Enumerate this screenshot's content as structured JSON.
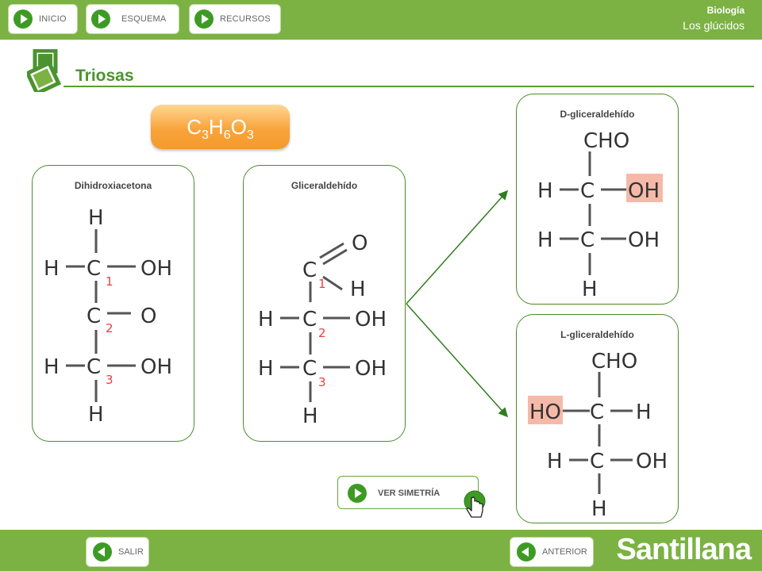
{
  "nav": {
    "inicio": "INICIO",
    "esquema": "ESQUEMA",
    "recursos": "RECURSOS"
  },
  "course": {
    "subject": "Biología",
    "topic": "Los glúcidos"
  },
  "section": {
    "title": "Triosas"
  },
  "formula": {
    "text": "C3H6O3",
    "parts": [
      "C",
      "3",
      "H",
      "6",
      "O",
      "3"
    ]
  },
  "cards": {
    "dihidroxiacetona": "Dihidroxiacetona",
    "gliceraldehido": "Gliceraldehído",
    "d_gliceraldehido": "D-gliceraldehído",
    "l_gliceraldehido": "L-gliceraldehído"
  },
  "atoms": {
    "H": "H",
    "C": "C",
    "O": "O",
    "OH": "OH",
    "HO": "HO",
    "CHO": "CHO",
    "n1": "1",
    "n2": "2",
    "n3": "3"
  },
  "buttons": {
    "ver_simetria": "VER SIMETRÍA",
    "salir": "SALIR",
    "anterior": "ANTERIOR"
  },
  "brand": "Santillana",
  "colors": {
    "bar_green": "#7bb243",
    "title_green": "#4b9330",
    "formula_orange": "#f8a43b",
    "highlight": "#f6b9a8",
    "number_red": "#e84040"
  },
  "icons": {
    "nav_arrow": "play-arrow-icon",
    "back_arrow": "back-arrow-icon",
    "title_icon": "double-square-icon",
    "cursor": "hand-pointer-icon"
  }
}
